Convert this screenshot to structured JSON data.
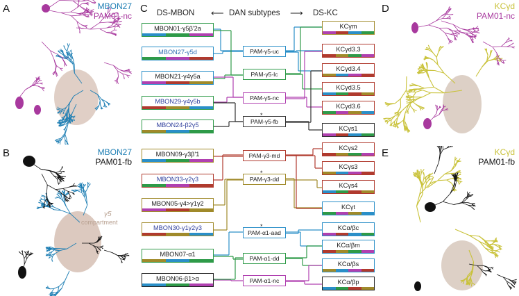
{
  "panels": {
    "A": {
      "label": "A",
      "title_1": "MBON27",
      "title_2": "PAM01-nc"
    },
    "B": {
      "label": "B",
      "title_1": "MBON27",
      "title_2": "PAM01-fb",
      "annotation_1": "γ5",
      "annotation_2": "compartment"
    },
    "C": {
      "label": "C",
      "header_left": "DS-MBON",
      "header_mid": "DAN subtypes",
      "header_right": "DS-KC",
      "arrow_left": "⟵",
      "arrow_right": "⟶"
    },
    "D": {
      "label": "D",
      "title_1": "KCγd",
      "title_2": "PAM01-nc"
    },
    "E": {
      "label": "E",
      "title_1": "KCγd",
      "title_2": "PAM01-fb"
    }
  },
  "mbons": [
    {
      "label": "MBON01-γ5β'2a",
      "text_color": "#1a1a1a",
      "border": "#2e9a48"
    },
    {
      "label": "MBON27-γ5d",
      "text_color": "#2f6fb4",
      "border": "#2a8fc8"
    },
    {
      "label": "MBON21-γ4γ5a",
      "text_color": "#1a1a1a",
      "border": "#2a8fc8"
    },
    {
      "label": "MBON29-γ4γ5b",
      "text_color": "#2f3f9c",
      "border": "#2e9a48"
    },
    {
      "label": "MBON24-β2γ5",
      "text_color": "#2f3f9c",
      "border": "#2e9a48"
    },
    {
      "label": "MBON09-γ3β'1",
      "text_color": "#1a1a1a",
      "border": "#a08a2a"
    },
    {
      "label": "MBON33-γ2γ3",
      "text_color": "#2f3f9c",
      "border": "#b03a2e"
    },
    {
      "label": "MBON05-γ4>γ1γ2",
      "text_color": "#1a1a1a",
      "border": "#a08a2a"
    },
    {
      "label": "MBON30-γ1γ2γ3",
      "text_color": "#2f3f9c",
      "border": "#a08a2a"
    },
    {
      "label": "MBON07-α1",
      "text_color": "#1a1a1a",
      "border": "#2e9a48"
    },
    {
      "label": "MBON06-β1>α",
      "text_color": "#1a1a1a",
      "border": "#222222"
    }
  ],
  "dans": [
    {
      "label": "PAM-γ5-uc",
      "border": "#2a8fc8",
      "star": false
    },
    {
      "label": "PAM-γ5-lc",
      "border": "#2e9a48",
      "star": false
    },
    {
      "label": "PAM-γ5-nc",
      "border": "#b040b0",
      "star": false
    },
    {
      "label": "PAM-γ5-fb",
      "border": "#333333",
      "star": true
    },
    {
      "label": "PAM-γ3-md",
      "border": "#b03a2e",
      "star": false
    },
    {
      "label": "PAM-γ3-dd",
      "border": "#a08a2a",
      "star": true
    },
    {
      "label": "PAM-α1-aad",
      "border": "#2a8fc8",
      "star": true
    },
    {
      "label": "PAM-α1-dd",
      "border": "#2e9a48",
      "star": false
    },
    {
      "label": "PAM-α1-nc",
      "border": "#b040b0",
      "star": false
    }
  ],
  "kcs": [
    {
      "label": "KCγm",
      "border": "#a08a2a"
    },
    {
      "label": "KCγd3.3",
      "border": "#b03a2e"
    },
    {
      "label": "KCγd3.4",
      "border": "#b03a2e"
    },
    {
      "label": "KCγd3.5",
      "border": "#b03a2e"
    },
    {
      "label": "KCγd3.6",
      "border": "#b03a2e"
    },
    {
      "label": "KCγs1",
      "border": "#333333"
    },
    {
      "label": "KCγs2",
      "border": "#b03a2e"
    },
    {
      "label": "KCγs3",
      "border": "#b03a2e"
    },
    {
      "label": "KCγs4",
      "border": "#b03a2e"
    },
    {
      "label": "KCγt",
      "border": "#2a8fc8"
    },
    {
      "label": "KCα/βc",
      "border": "#2a8fc8"
    },
    {
      "label": "KCα/βm",
      "border": "#2a8fc8"
    },
    {
      "label": "KCα/βs",
      "border": "#2a8fc8"
    },
    {
      "label": "KCα/βp",
      "border": "#222222"
    }
  ],
  "stripe_colors": [
    "#2a8fc8",
    "#2e9a48",
    "#b040b0",
    "#b03a2e",
    "#a08a2a"
  ],
  "colors": {
    "mbon27_blue": "#1f7fb4",
    "pam_magenta": "#a8399e",
    "kc_yellow": "#c9c23a",
    "pam_fb_black": "#111111",
    "compartment_fill": "#d9c7bd"
  }
}
